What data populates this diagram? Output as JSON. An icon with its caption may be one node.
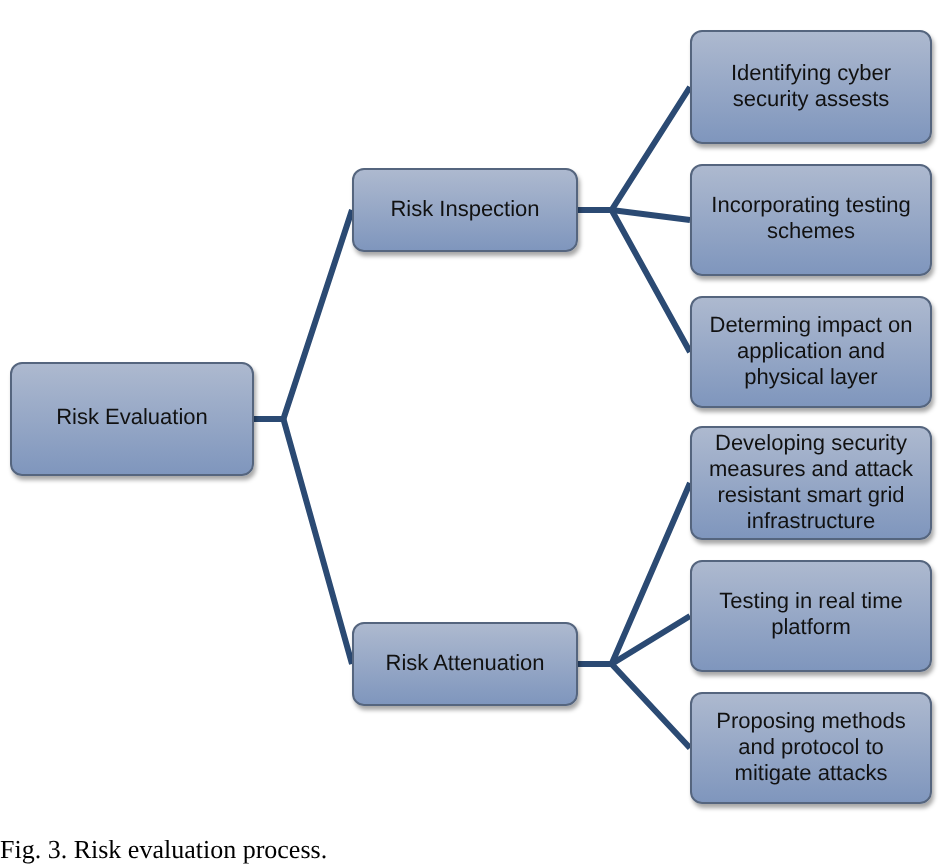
{
  "diagram": {
    "caption": "Fig. 3. Risk evaluation process.",
    "nodes": [
      {
        "text": [
          "Risk Evaluation"
        ]
      },
      {
        "text": [
          "Risk Inspection"
        ]
      },
      {
        "text": [
          "Risk Attenuation"
        ]
      },
      {
        "text": [
          "Identifying cyber security assests"
        ]
      },
      {
        "text": [
          "Incorporating testing schemes"
        ]
      },
      {
        "text": [
          "Determing impact on application and physical layer"
        ]
      },
      {
        "text": [
          "Developing security measures and attack resistant smart grid infrastructure"
        ]
      },
      {
        "text": [
          "Testing in real time platform"
        ]
      },
      {
        "text": [
          "Proposing methods and protocol to mitigate attacks"
        ]
      }
    ],
    "edges": [
      {
        "from": 0,
        "to": 1,
        "arrow": "none"
      },
      {
        "from": 0,
        "to": 2,
        "arrow": "none"
      },
      {
        "from": 1,
        "to": 3,
        "arrow": "none"
      },
      {
        "from": 1,
        "to": 4,
        "arrow": "none"
      },
      {
        "from": 1,
        "to": 5,
        "arrow": "none"
      },
      {
        "from": 2,
        "to": 6,
        "arrow": "none"
      },
      {
        "from": 2,
        "to": 7,
        "arrow": "none"
      },
      {
        "from": 2,
        "to": 8,
        "arrow": "none"
      }
    ]
  }
}
